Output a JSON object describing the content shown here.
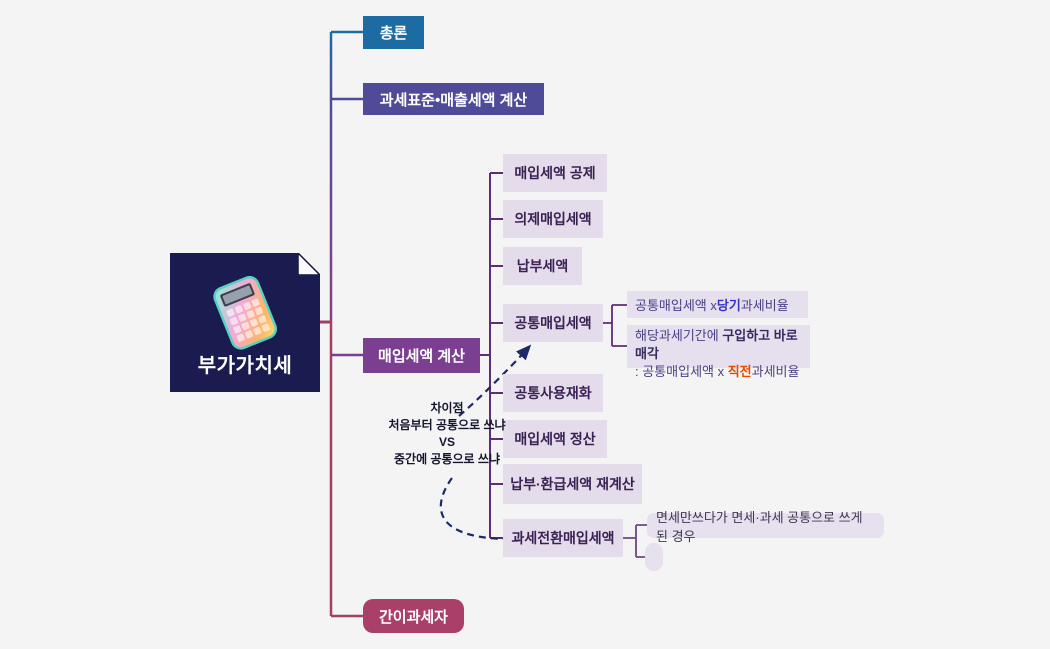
{
  "root": {
    "label": "부가가치세",
    "icon": "calculator-icon"
  },
  "branches": {
    "chongron": {
      "label": "총론",
      "color": "#1d6ba3"
    },
    "gwase": {
      "label": "과세표준•매출세액 계산",
      "color": "#4f4b99"
    },
    "maeip": {
      "label": "매입세액 계산",
      "color": "#7b3f91"
    },
    "gani": {
      "label": "간이과세자",
      "color": "#a84069"
    }
  },
  "maeip_children": {
    "deduction": "매입세액 공제",
    "deemed": "의제매입세액",
    "payable": "납부세액",
    "common_input": "공통매입세액",
    "common_goods": "공통사용재화",
    "settlement": "매입세액 정산",
    "recalculation": "납부·환급세액 재계산",
    "conversion": "과세전환매입세액"
  },
  "common_input_notes": {
    "formula_current": {
      "pre": "공통매입세액 x ",
      "highlight": "당기",
      "post": "과세비율"
    },
    "formula_prior": {
      "line1_pre": "해당과세기간에 ",
      "line1_bold": "구입하고 바로 매각",
      "line2_pre": ": 공통매입세액 x ",
      "line2_highlight": "직전",
      "line2_post": "과세비율"
    }
  },
  "conversion_note": "면세만쓰다가 면세·과세 공통으로 쓰게 된 경우",
  "annotation": {
    "line1": "차이점",
    "line2": "처음부터 공통으로 쓰냐",
    "line3": "VS",
    "line4": "중간에 공통으로 쓰냐"
  },
  "colors": {
    "background": "#f4f4f5",
    "root_bg": "#1a1c50",
    "child_bg": "#e4dcea",
    "child_text": "#3a2153",
    "child_connector": "#5e2d77",
    "maroon_connector": "#a23f67",
    "dashed_arrow": "#1e2a66",
    "highlight_current": "#3333cc",
    "highlight_prior": "#ea4a00"
  }
}
